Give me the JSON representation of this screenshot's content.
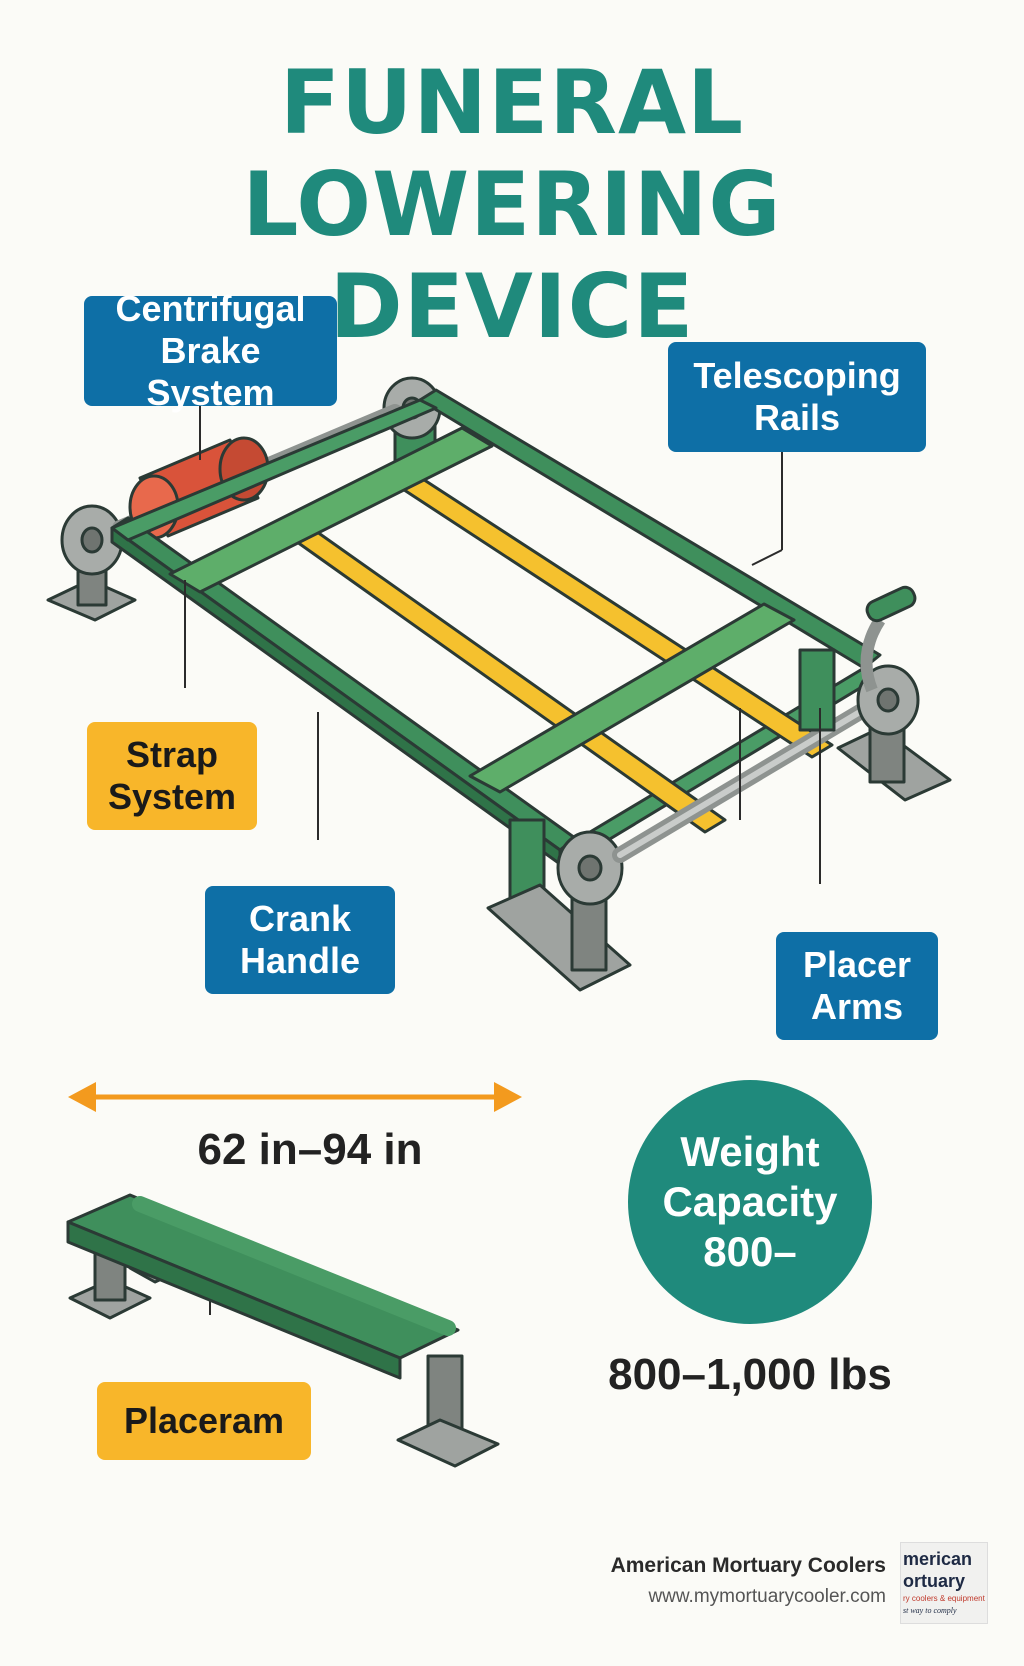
{
  "title_line1": "FUNERAL LOWERING",
  "title_line2": "DEVICE",
  "labels": {
    "brake": "Centrifugal\nBrake System",
    "rails": "Telescoping\nRails",
    "strap": "Strap\nSystem",
    "crank": "Crank\nHandle",
    "placer": "Placer\nArms",
    "placeram": "Placeram"
  },
  "dimension": "62 in–94 in",
  "weight_badge": "Weight\nCapacity\n800–",
  "weight_range": "800–1,000 lbs",
  "footer": {
    "company": "American Mortuary Coolers",
    "url": "www.mymortuarycooler.com",
    "logo_text_1": "merican",
    "logo_text_2": "ortuary",
    "logo_text_3": "ry coolers & equipment",
    "logo_text_4": "st way to comply"
  },
  "colors": {
    "title": "#1f8a7c",
    "frame": "#3f8f5c",
    "strap_green": "#5eae6a",
    "strap_yellow": "#f5c12e",
    "brake": "#d9533a",
    "label_blue": "#0e6fa6",
    "label_yellow": "#f8b62a",
    "arrow": "#f39a1e"
  }
}
